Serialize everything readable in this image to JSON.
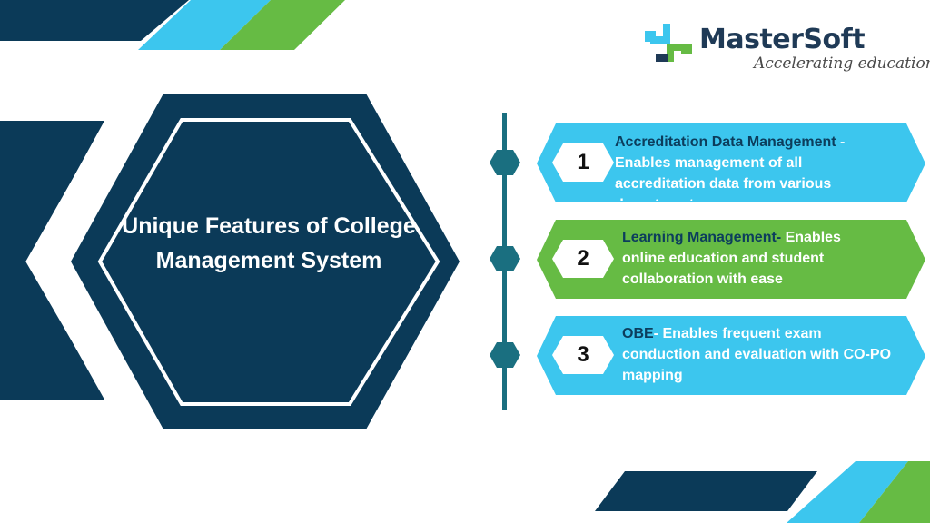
{
  "brand": {
    "name": "MasterSoft",
    "tagline": "Accelerating education....",
    "colors": {
      "navy": "#0b3a58",
      "cyan": "#3cc6ee",
      "green": "#66bb44",
      "teal": "#1a6f80"
    }
  },
  "hero": {
    "title": "Unique Features of College Management System"
  },
  "features": [
    {
      "number": "1",
      "title": "Accreditation Data Management",
      "separator": " -",
      "description": " Enables management of all accreditation data from various departments",
      "color": "cyan"
    },
    {
      "number": "2",
      "title": "Learning Management",
      "separator": "-",
      "description": " Enables online education and student collaboration with ease",
      "color": "green"
    },
    {
      "number": "3",
      "title": "OBE",
      "separator": "-",
      "description": " Enables frequent exam conduction and evaluation with CO-PO mapping",
      "color": "cyan"
    }
  ]
}
